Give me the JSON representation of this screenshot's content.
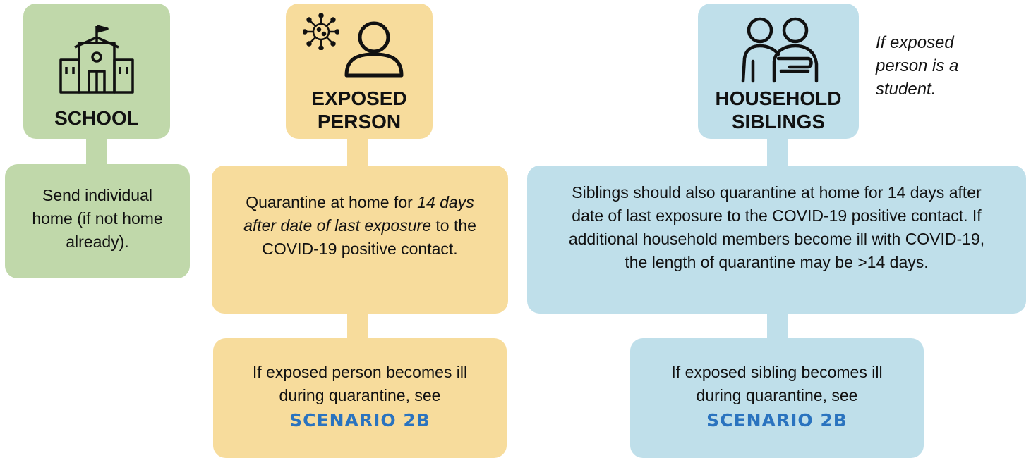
{
  "school": {
    "title": "SCHOOL",
    "icon": "school-building-icon",
    "action": "Send individual home (if not home already)."
  },
  "exposed": {
    "title_line1": "EXPOSED",
    "title_line2": "PERSON",
    "icons": [
      "virus-icon",
      "person-icon"
    ],
    "action_a": "Quarantine at home for ",
    "action_em": "14 days after date of last exposure",
    "action_b": " to the COVID-19 positive contact.",
    "followup": "If exposed person becomes ill during quarantine, see",
    "followup_ref": "SCENARIO 2B"
  },
  "siblings": {
    "title_line1": "HOUSEHOLD",
    "title_line2": "SIBLINGS",
    "icon": "family-icon",
    "note": "If exposed person is a student.",
    "action": "Siblings should also quarantine at home for 14 days after date of last exposure to the COVID-19 positive contact. If additional household members become ill with COVID-19, the length of quarantine may be >14 days.",
    "followup": "If exposed sibling becomes ill during quarantine, see",
    "followup_ref": "SCENARIO 2B"
  },
  "colors": {
    "school": "#c0d8aa",
    "exposed": "#f7dc9c",
    "siblings": "#bfdfea",
    "reference": "#2a73bf"
  }
}
